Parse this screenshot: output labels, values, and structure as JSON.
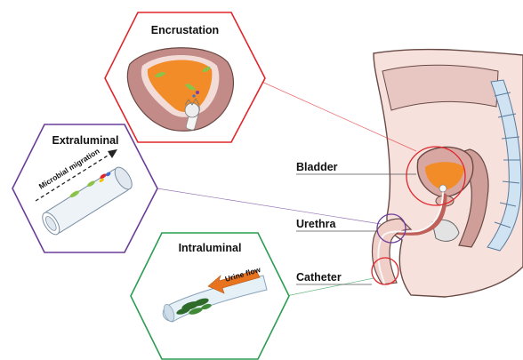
{
  "panels": {
    "encrustation": {
      "title": "Encrustation",
      "color": "#e0262b"
    },
    "extraluminal": {
      "title": "Extraluminal",
      "color": "#6a3d9a",
      "arrow_label": "Microbial migration"
    },
    "intraluminal": {
      "title": "Intraluminal",
      "color": "#2a9d50",
      "arrow_label": "Urine flow"
    }
  },
  "anatomy_labels": {
    "bladder": "Bladder",
    "urethra": "Urethra",
    "catheter": "Catheter"
  },
  "colors": {
    "tissue_outer": "#c38b88",
    "tissue_inner": "#f3dcd8",
    "urine": "#f28c28",
    "bacteria": "#8bc34a"
  }
}
